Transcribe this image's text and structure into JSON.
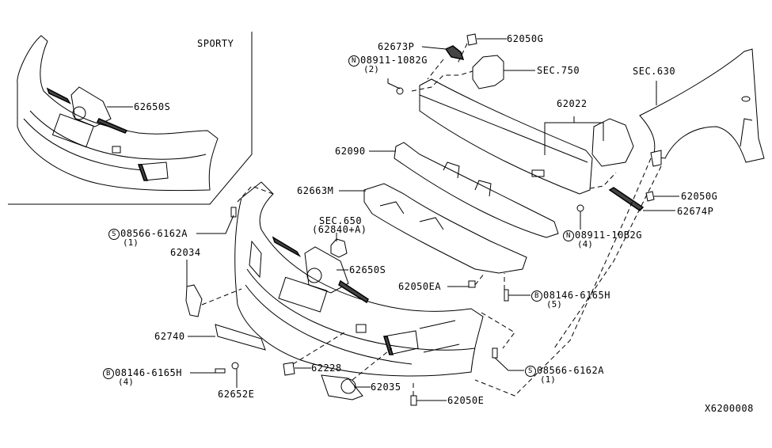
{
  "diagram": {
    "type": "exploded-parts-diagram",
    "subject": "Front bumper assembly",
    "inset": {
      "title": "SPORTY",
      "parts": [
        {
          "number": "62650S"
        }
      ]
    },
    "labels": {
      "p62673P": "62673P",
      "p62050G_top": "62050G",
      "n08911_top": "08911-1082G",
      "n08911_top_qty": "(2)",
      "sec750": "SEC.750",
      "sec630": "SEC.630",
      "p62022": "62022",
      "p62090": "62090",
      "p62663M": "62663M",
      "sec650": "SEC.650",
      "sec650_sub": "(62840+A)",
      "p62650S": "62650S",
      "p62050EA": "62050EA",
      "p62050G_right": "62050G",
      "p62674P": "62674P",
      "n08911_right": "08911-10B2G",
      "n08911_right_qty": "(4)",
      "s08566_left": "08566-6162A",
      "s08566_left_qty": "(1)",
      "p62034": "62034",
      "b08146_right": "08146-6165H",
      "b08146_right_qty": "(5)",
      "p62740": "62740",
      "b08146_left": "08146-6165H",
      "b08146_left_qty": "(4)",
      "p62652E": "62652E",
      "p62228": "62228",
      "p62035": "62035",
      "p62050E": "62050E",
      "s08566_right": "08566-6162A",
      "s08566_right_qty": "(1)",
      "diagram_id": "X6200008"
    },
    "symbols": {
      "nut": "N",
      "screw": "S",
      "bolt": "B"
    }
  }
}
